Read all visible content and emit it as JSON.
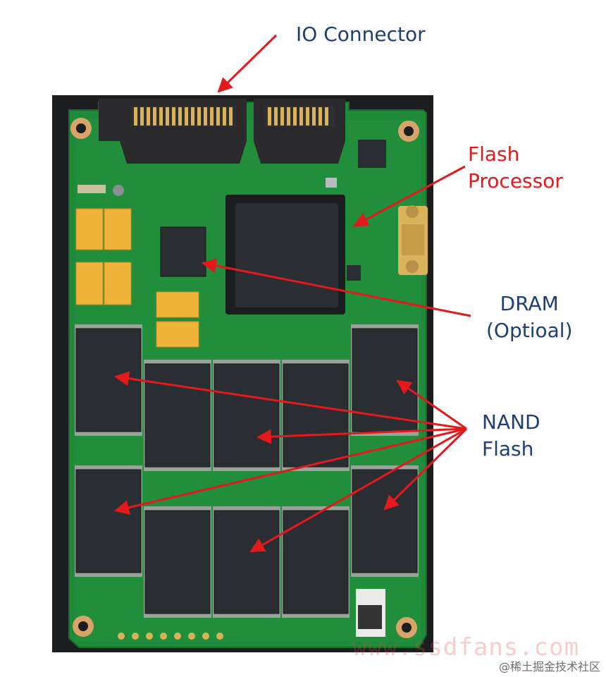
{
  "labels": {
    "io_connector": "IO Connector",
    "flash_processor": [
      "Flash",
      "Processor"
    ],
    "dram": [
      "DRAM",
      "(Optioal)"
    ],
    "nand_flash": [
      "NAND",
      "Flash"
    ]
  },
  "watermark": "www.ssdfans.com",
  "credit": "@稀土掘金技术社区",
  "colors": {
    "pcb": "#1f8a3a",
    "chip": "#2a2d31",
    "arrow": "#e3191c",
    "label_blue": "#1f3f74",
    "label_red": "#e3191c",
    "capacitor": "#f0b33a",
    "gold": "#d9b25a"
  }
}
